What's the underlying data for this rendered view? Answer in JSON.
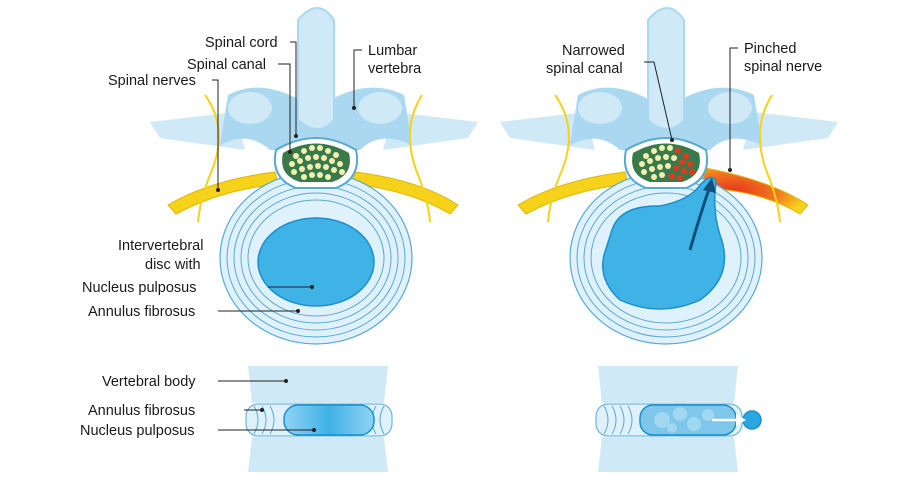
{
  "labels": {
    "spinal_cord": "Spinal cord",
    "spinal_canal": "Spinal canal",
    "spinal_nerves": "Spinal nerves",
    "lumbar_vertebra_1": "Lumbar",
    "lumbar_vertebra_2": "vertebra",
    "intervertebral_1": "Intervertebral",
    "intervertebral_2": "disc with",
    "nucleus_pulposus_top": "Nucleus pulposus",
    "annulus_fibrosus_top": "Annulus fibrosus",
    "vertebral_body": "Vertebral body",
    "annulus_fibrosus_side": "Annulus fibrosus",
    "nucleus_pulposus_side": "Nucleus pulposus",
    "narrowed_canal_1": "Narrowed",
    "narrowed_canal_2": "spinal canal",
    "pinched_nerve_1": "Pinched",
    "pinched_nerve_2": "spinal nerve"
  },
  "colors": {
    "bone_light": "#cfe9f6",
    "bone_mid": "#a9d8f0",
    "disc_ring": "#dff1fb",
    "disc_line": "#5aa9d3",
    "nucleus": "#3fb2e6",
    "nucleus_dark": "#1a8fcf",
    "nerve": "#f6d21a",
    "nerve_dark": "#e2b600",
    "cord_fill": "#3a7a4a",
    "cord_dot": "#f3efb0",
    "inflamed": "#e8361e"
  }
}
